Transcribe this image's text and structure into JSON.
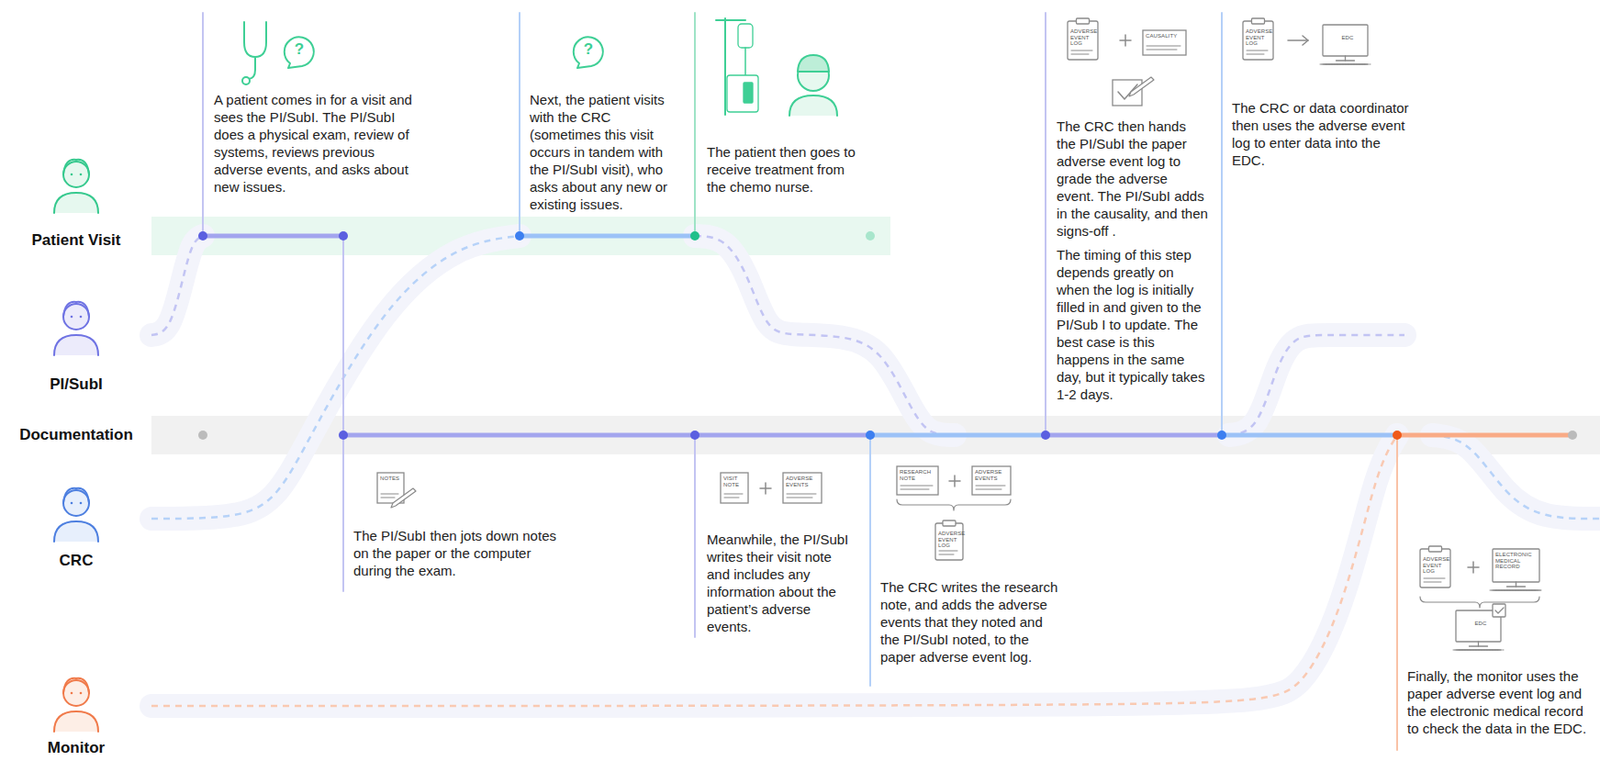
{
  "diagram": {
    "labels": [
      "Patient Visit",
      "PI/SubI",
      "Documentation",
      "CRC",
      "Monitor",
      "A patient comes in for a visit and sees the PI/SubI. The PI/SubI does a physical exam, review of systems, reviews previous adverse events, and asks about new issues.",
      "Next, the patient visits with the CRC (sometimes this visit occurs in tandem with the PI/SubI visit), who asks about any new or existing issues.",
      "The patient then goes to receive treatment from the chemo nurse.",
      "The CRC then hands the PI/SubI the paper adverse event log to grade the adverse event. The PI/SubI adds in the causality, and then signs-off .",
      "The timing of this step depends greatly on when the log is initially filled in and given to the PI/Sub I to update. The best case is this happens in the same day, but it typically takes 1-2 days.",
      "The CRC or data coordinator then uses the adverse event log to enter data into the EDC.",
      "The PI/SubI then jots down notes on the paper or the computer during the exam.",
      "Meanwhile, the PI/SubI writes their visit note and includes any information about the patient’s adverse events.",
      "The CRC writes the research note, and adds the adverse events that they noted and the PI/SubI noted, to the paper adverse event log.",
      "Finally, the monitor uses the paper adverse event log and the electronic medical record to check the data in the EDC.",
      "NOTES",
      "VISIT NOTE",
      "ADVERSE EVENTS",
      "RESEARCH NOTE",
      "ADVERSE EVENTS",
      "ADVERSE EVENT LOG",
      "ADVERSE EVENT LOG",
      "CAUSALITY",
      "ADVERSE EVENT LOG",
      "EDC",
      "ADVERSE EVENT LOG",
      "ELECTRONIC MEDICAL RECORD",
      "EDC",
      "?",
      "?"
    ]
  }
}
